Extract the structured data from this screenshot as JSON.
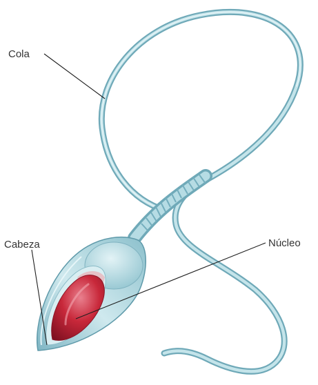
{
  "labels": {
    "tail": "Cola",
    "head": "Cabeza",
    "nucleus": "Núcleo"
  },
  "colors": {
    "membrane": "#a9d3dc",
    "membrane_dark": "#6fa9b8",
    "membrane_light": "#dff1f4",
    "nucleus": "#c8283a",
    "nucleus_light": "#e07080",
    "nucleus_dark": "#7d1020",
    "acrosome_tint": "#e7b8c0",
    "leader_line": "#1e1e1e",
    "label_text": "#333333"
  }
}
